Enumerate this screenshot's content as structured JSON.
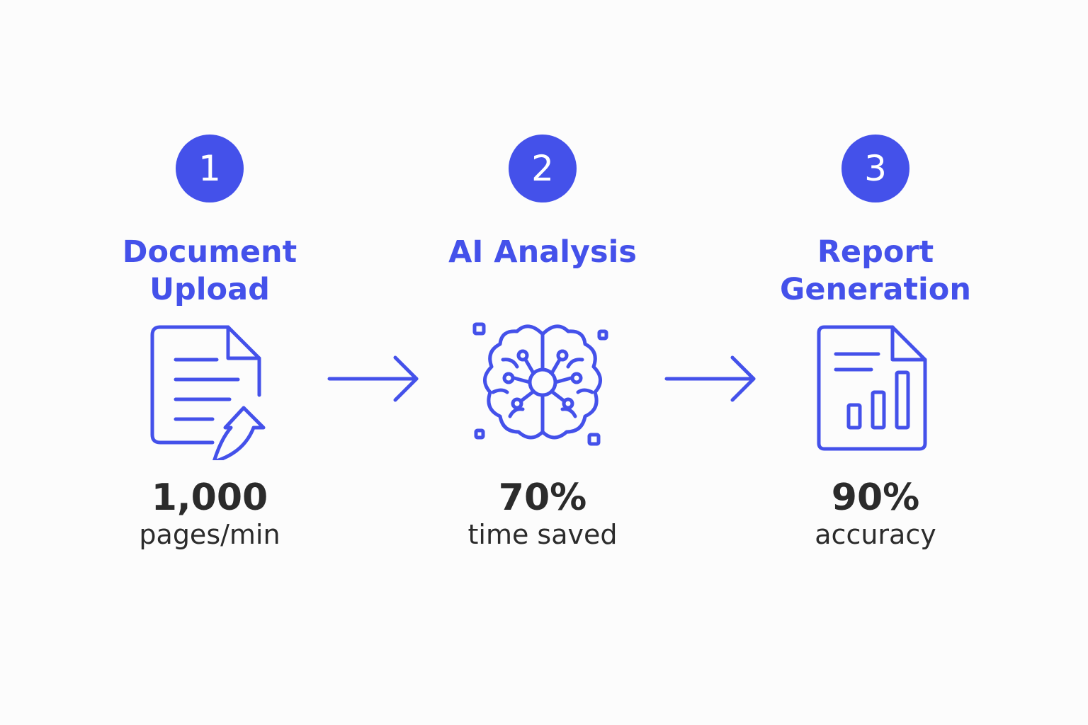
{
  "colors": {
    "accent": "#4451ea",
    "text": "#2b2b2b",
    "background": "#fcfcfc"
  },
  "steps": [
    {
      "number": "1",
      "title": "Document\nUpload",
      "icon": "document-upload-icon",
      "stat_value": "1,000",
      "stat_label": "pages/min"
    },
    {
      "number": "2",
      "title": "AI Analysis",
      "icon": "ai-brain-icon",
      "stat_value": "70%",
      "stat_label": "time saved"
    },
    {
      "number": "3",
      "title": "Report\nGeneration",
      "icon": "report-chart-icon",
      "stat_value": "90%",
      "stat_label": "accuracy"
    }
  ],
  "connectors": [
    {
      "icon": "arrow-right-icon"
    },
    {
      "icon": "arrow-right-icon"
    }
  ]
}
